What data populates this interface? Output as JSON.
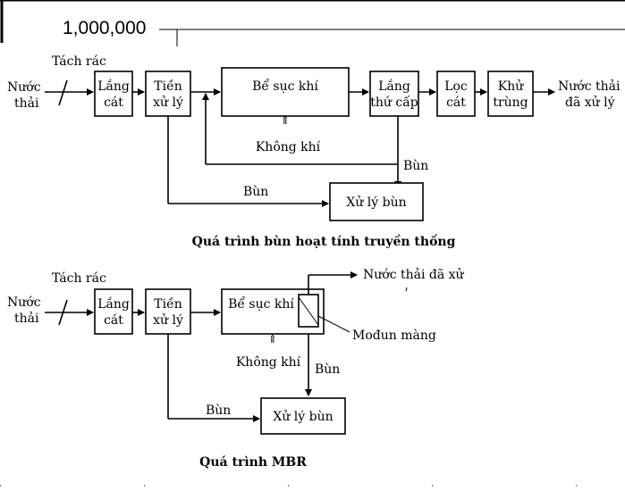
{
  "header": {
    "number_label": "1,000,000"
  },
  "diagram1": {
    "caption": "Quá trình bùn hoạt tính truyền thống",
    "input_line1": "Nước",
    "input_line2": "thải",
    "screening_label": "Tách rác",
    "grit_line1": "Lắng",
    "grit_line2": "cát",
    "pre_line1": "Tiền",
    "pre_line2": "xử lý",
    "aeration": "Bể sục khí",
    "air": "Không khí",
    "secondary_line1": "Lắng",
    "secondary_line2": "thứ cấp",
    "filter_line1": "Lọc",
    "filter_line2": "cát",
    "disinfect_line1": "Khử",
    "disinfect_line2": "trùng",
    "output_line1": "Nước thải",
    "output_line2": "đã xử lý",
    "sludge_return": "Bùn",
    "sludge_pre": "Bùn",
    "sludge_treatment": "Xử lý bùn"
  },
  "diagram2": {
    "caption": "Quá trình MBR",
    "input_line1": "Nước",
    "input_line2": "thải",
    "screening_label": "Tách rác",
    "grit_line1": "Lắng",
    "grit_line2": "cát",
    "pre_line1": "Tiền",
    "pre_line2": "xử lý",
    "aeration": "Bể sục khí",
    "air": "Không khí",
    "membrane": "Mođun màng",
    "output": "Nước thải đã xử",
    "sludge_from_tank": "Bùn",
    "sludge_pre": "Bùn",
    "sludge_treatment": "Xử lý bùn"
  }
}
